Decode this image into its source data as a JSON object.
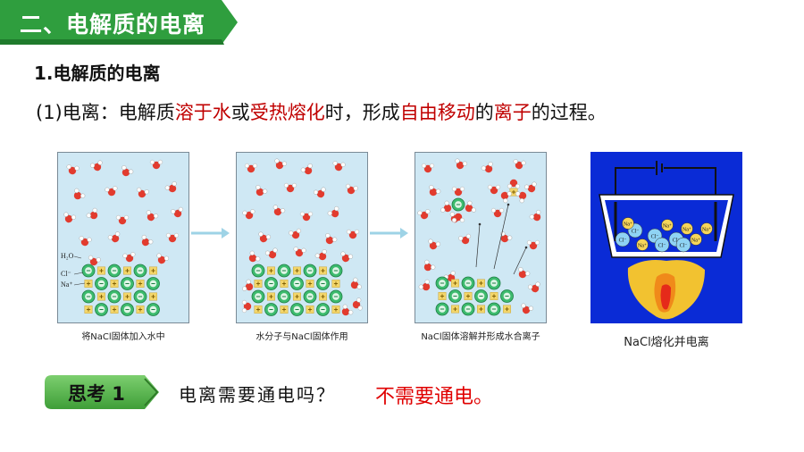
{
  "section": {
    "title": "二、电解质的电离"
  },
  "subtitle": "1.电解质的电离",
  "definition": {
    "parts": [
      {
        "text": "(1)电离：电解质",
        "red": false
      },
      {
        "text": "溶于水",
        "red": true
      },
      {
        "text": "或",
        "red": false
      },
      {
        "text": "受热熔化",
        "red": true
      },
      {
        "text": "时，形成",
        "red": false
      },
      {
        "text": "自由移动",
        "red": true
      },
      {
        "text": "的",
        "red": false
      },
      {
        "text": "离子",
        "red": true
      },
      {
        "text": "的过程。",
        "red": false
      }
    ]
  },
  "figures": {
    "panel1": {
      "caption": "将NaCl固体加入水中",
      "labels": {
        "water": "H₂O",
        "cl": "Cl⁻",
        "na": "Na⁺"
      }
    },
    "panel2": {
      "caption": "水分子与NaCl固体作用"
    },
    "panel3": {
      "caption": "NaCl固体溶解并形成水合离子"
    },
    "panel4": {
      "caption": "NaCl熔化并电离",
      "ion_labels": {
        "cl": "Cl⁻",
        "na": "Na⁺"
      }
    }
  },
  "think": {
    "badge": "思考 1",
    "question": "电离需要通电吗？",
    "answer": "不需要通电。"
  },
  "colors": {
    "header_green": "#2f9e3e",
    "emphasis_red": "#c00000",
    "answer_red": "#e00000",
    "panel_bg": "#cfe8f4",
    "melt_bg": "#0a2bd6"
  }
}
